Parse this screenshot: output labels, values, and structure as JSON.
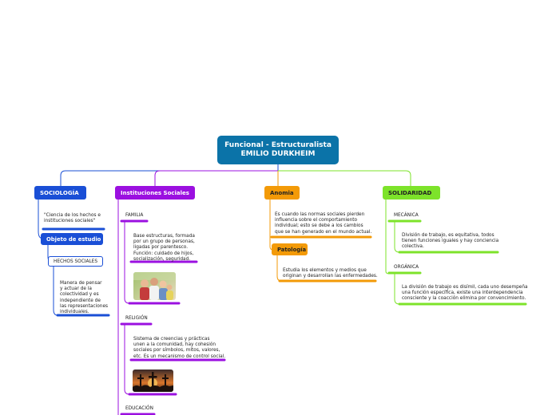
{
  "root": {
    "title": "Funcional - Estructuralista",
    "subtitle": "EMILIO DURKHEIM"
  },
  "colors": {
    "root": "#0b73a8",
    "sociologia": "#1a4fd6",
    "instituciones": "#9b10e0",
    "anomia": "#f39a07",
    "solidaridad": "#7de32a"
  },
  "sociologia": {
    "label": "SOCIOLOGÍA",
    "definition": "\"Ciencia de los hechos e\ninstituciones sociales\"",
    "objeto": {
      "label": "Objeto de estudio",
      "hechos": {
        "label": "HECHOS SOCIALES",
        "text": "Manera de pensar\ny actuar de la\ncolectividad y es\nindependiente de\nlas representaciones\nindividuales."
      }
    }
  },
  "instituciones": {
    "label": "Instituciones Sociales",
    "familia": {
      "label": "FAMILIA",
      "text": "Base estructuras, formada\npor un grupo de personas,\nligadas por parentesco.\nFunción: cuidado de hijos,\nsocialización, seguridad.",
      "image_icon": "family-photo"
    },
    "religion": {
      "label": "RELIGIÓN",
      "text": "Sistema de creencias y prácticas\nunen a la comunidad, hay cohesión\nsociales por símbolos, mitos, valores,\netc. Es un mecanismo de control social.",
      "image_icon": "crosses-sunset-photo"
    },
    "educacion": {
      "label": "EDUCACIÓN"
    }
  },
  "anomia": {
    "label": "Anomia",
    "text": "Es cuando las normas sociales pierden\ninfluencia sobre el comportamiento\nindividual; esto se debe a los cambios\nque se han generado en el mundo actual.",
    "patologia": {
      "label": "Patología",
      "text": "Estudia los elementos y medios que\noriginan y desarrollan las enfermedades."
    }
  },
  "solidaridad": {
    "label": "SOLIDARIDAD",
    "mecanica": {
      "label": "MECÁNICA",
      "text": "División de trabajo, es equitativa, todos\ntienen funciones iguales y hay conciencia\ncolectiva."
    },
    "organica": {
      "label": "ORGÁNICA",
      "text": "La división de trabajo es disímil, cada uno desempeña\nuna función específica, existe una interdependencia\nconsciente y la coacción elimina por convencimiento."
    }
  }
}
